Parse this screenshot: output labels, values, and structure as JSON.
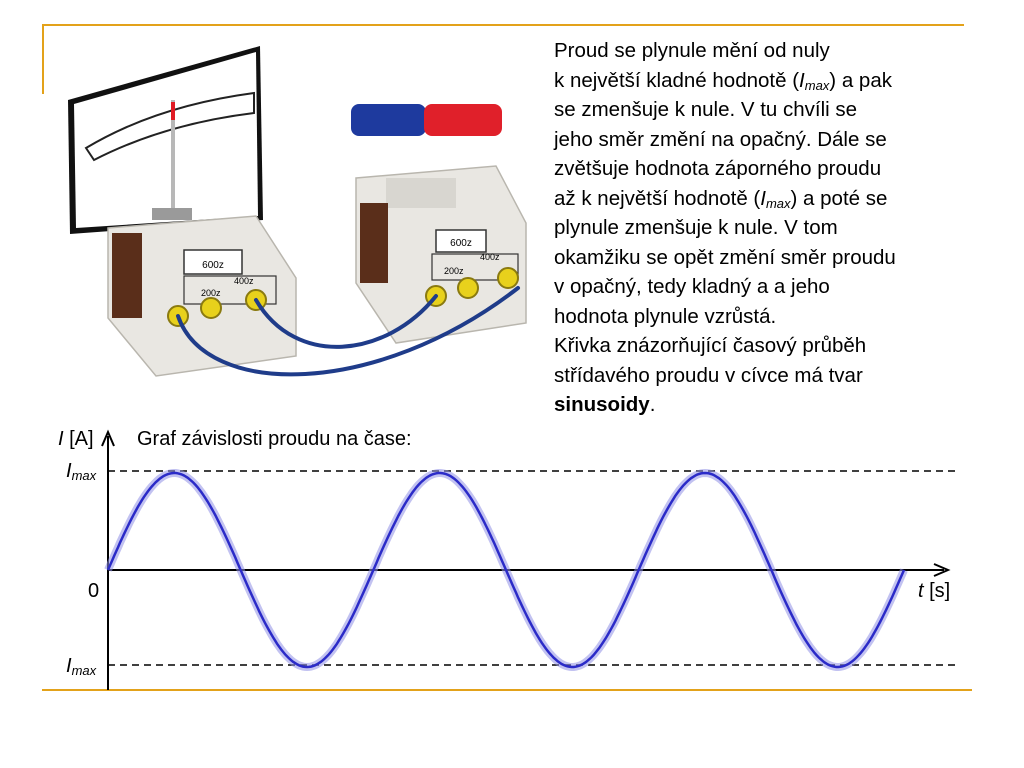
{
  "paragraph": {
    "line1": "Proud se plynule mění od nuly",
    "line2_pre": "k největší kladné hodnotě (",
    "line2_var": "I",
    "line2_sub": "max",
    "line2_post": ") a pak",
    "line3": "se zmenšuje k nule. V tu chvíli se",
    "line4": "jeho směr změní na opačný. Dále se",
    "line5": "zvětšuje hodnota záporného proudu",
    "line6_pre": "až k největší hodnotě (",
    "line6_var": "I",
    "line6_sub": "max",
    "line6_post": ") a poté se",
    "line7": "plynule zmenšuje k nule. V tom",
    "line8": "okamžiku se opět změní směr proudu",
    "line9": "v opačný, tedy kladný a a jeho",
    "line10": "hodnota plynule vzrůstá.",
    "line11": "Křivka znázorňující časový průběh",
    "line12": "střídavého proudu v cívce má tvar",
    "line13_bold": "sinusoidy",
    "line13_post": "."
  },
  "graph": {
    "title": "Graf závislosti proudu na čase:",
    "y_axis_var": "I",
    "y_axis_unit": " [A]",
    "x_axis_var": "t",
    "x_axis_unit": " [s]",
    "zero_label": "0",
    "imax_var": "I",
    "imax_sub": "max",
    "curve_color": "#2B2BC8",
    "periods": 3
  },
  "apparatus": {
    "coil_left_turns_label": "600z",
    "coil_left_tap_a": "200z",
    "coil_left_tap_b": "400z",
    "coil_right_turns_label": "600z",
    "coil_right_tap_a": "200z",
    "coil_right_tap_b": "400z",
    "magnet_colors": [
      "#1E3A9E",
      "#E0202A"
    ],
    "wire_color": "#1F3C8A"
  },
  "colors": {
    "rule": "#E3A21A"
  }
}
